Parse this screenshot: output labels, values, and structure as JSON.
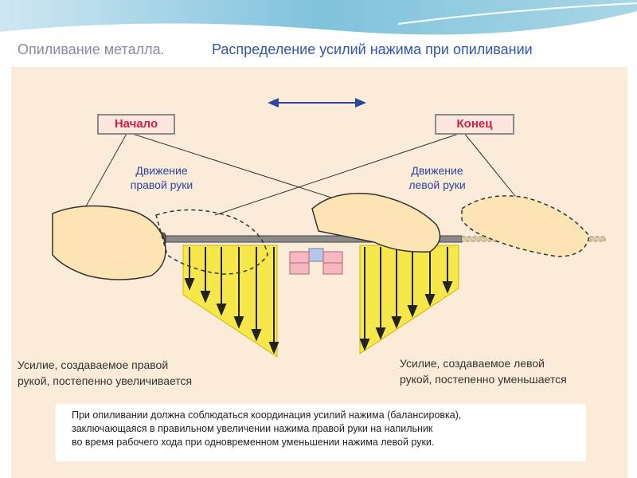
{
  "title": {
    "left": "Опиливание металла.",
    "right": "Распределение усилий нажима при опиливании"
  },
  "labels": {
    "start": "Начало",
    "end": "Конец",
    "right_hand_move": [
      "Движение",
      "правой руки"
    ],
    "left_hand_move": [
      "Движение",
      "левой руки"
    ]
  },
  "forces": {
    "right_hand": [
      "Усилие, создаваемое правой",
      "рукой, постепенно увеличивается"
    ],
    "left_hand": [
      "Усилие, создаваемое левой",
      "рукой, постепенно уменьшается"
    ]
  },
  "note": [
    "При опиливании должна соблюдаться координация усилий нажима (балансировка),",
    "заключающаяся в правильном увеличении нажима правой руки на напильник",
    "во время рабочего хода при одновременном уменьшении нажима левой руки."
  ],
  "colors": {
    "title_left": "#8a8aa6",
    "title_right": "#3355aa",
    "label_text": "#cc2244",
    "motion_text": "#2b44a0",
    "force_fill": "#f6e84a",
    "panel": "#fbecd9",
    "hand": "#fde4b4"
  },
  "icons": [
    "double-arrow-icon",
    "vise-icon",
    "file-tool-icon"
  ]
}
